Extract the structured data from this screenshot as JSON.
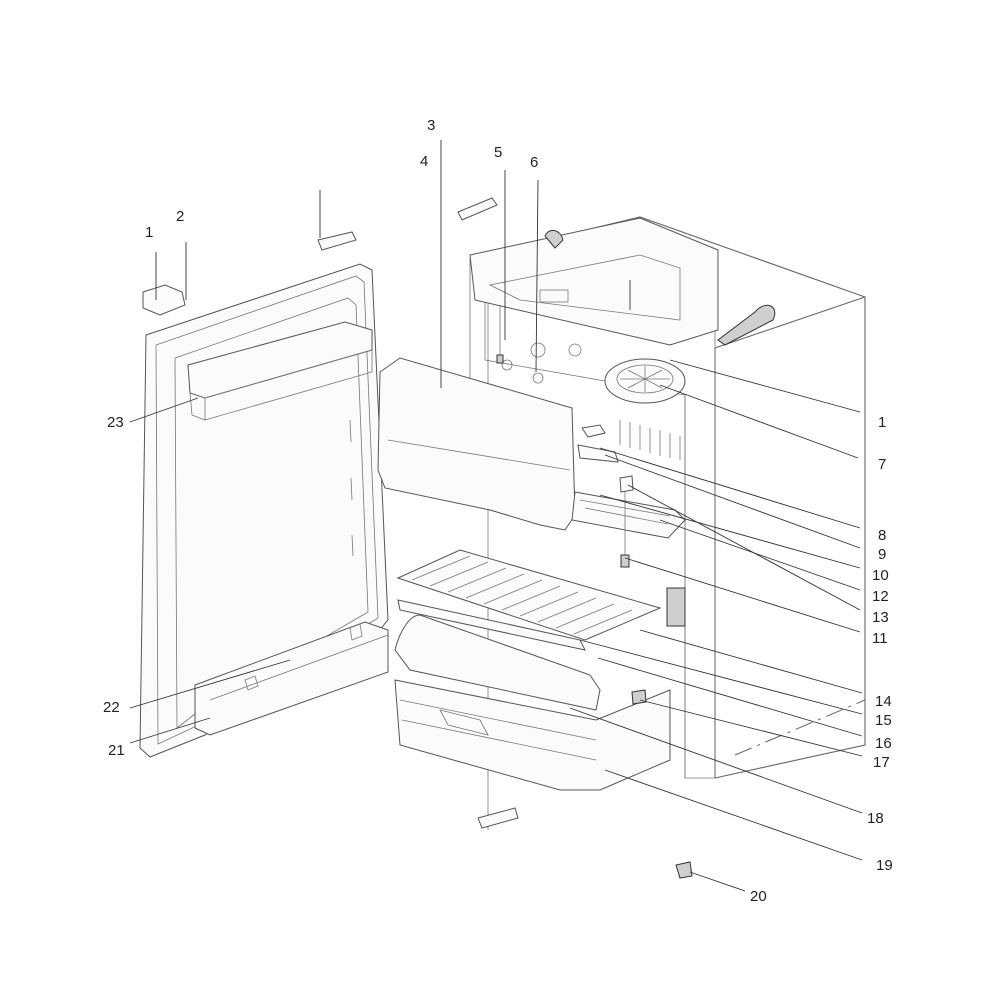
{
  "callouts": {
    "c1_door": "1",
    "c2": "2",
    "c3": "3",
    "c4": "4",
    "c5": "5",
    "c6": "6",
    "c1_cabinet": "1",
    "c7": "7",
    "c8": "8",
    "c9": "9",
    "c10": "10",
    "c12": "12",
    "c13": "13",
    "c11": "11",
    "c14": "14",
    "c15": "15",
    "c16": "16",
    "c17": "17",
    "c18": "18",
    "c19": "19",
    "c20": "20",
    "c21": "21",
    "c22": "22",
    "c23": "23"
  },
  "style": {
    "line_color": "#333333",
    "text_color": "#222222",
    "background": "#ffffff"
  }
}
